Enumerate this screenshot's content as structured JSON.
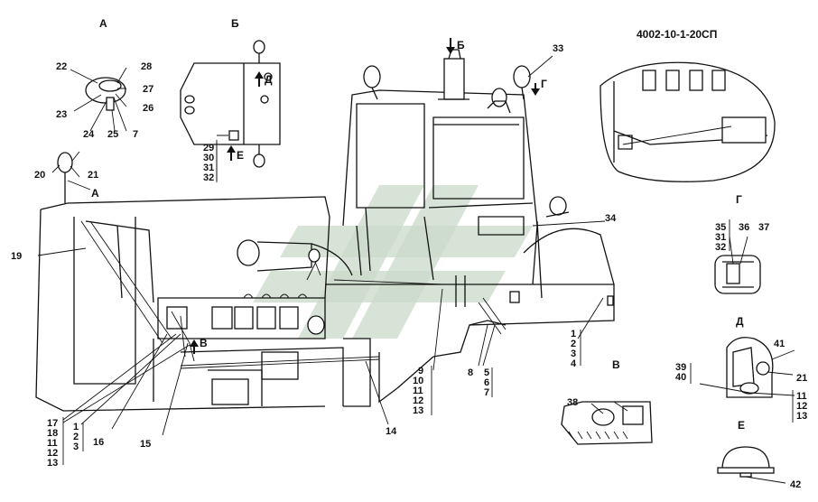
{
  "doc_code": "4002-10-1-20СП",
  "views": {
    "A": "А",
    "B": "Б",
    "V": "В",
    "G": "Г",
    "D": "Д",
    "E": "Е"
  },
  "markers": {
    "arrow_b": "Б",
    "arrow_g": "Г",
    "arrow_a": "А",
    "arrow_v": "В",
    "arrow_d": "Д",
    "arrow_e": "Е"
  },
  "labels": {
    "n1": "1",
    "n2": "2",
    "n3": "3",
    "n4": "4",
    "n5": "5",
    "n6": "6",
    "n7": "7",
    "n8": "8",
    "n9": "9",
    "n10": "10",
    "n11": "11",
    "n12": "12",
    "n13": "13",
    "n14": "14",
    "n15": "15",
    "n16": "16",
    "n17": "17",
    "n18": "18",
    "n19": "19",
    "n20": "20",
    "n21": "21",
    "n22": "22",
    "n23": "23",
    "n24": "24",
    "n25": "25",
    "n26": "26",
    "n27": "27",
    "n28": "28",
    "n29": "29",
    "n30": "30",
    "n31": "31",
    "n32": "32",
    "n33": "33",
    "n34": "34",
    "n35": "35",
    "n36": "36",
    "n37": "37",
    "n38": "38",
    "n39": "39",
    "n40": "40",
    "n41": "41",
    "n42": "42"
  },
  "stacks": {
    "b_left": [
      "29",
      "30",
      "31",
      "32"
    ],
    "cab_right": [
      "1",
      "2",
      "3",
      "4"
    ],
    "mid_right": [
      "5",
      "6",
      "7"
    ],
    "center": [
      "9",
      "10",
      "11",
      "12",
      "13"
    ],
    "left_a": [
      "17",
      "18",
      "11",
      "12",
      "13"
    ],
    "left_b": [
      "1",
      "2",
      "3"
    ],
    "g_view": [
      "35",
      "31",
      "32"
    ],
    "d_left": [
      "39",
      "40"
    ],
    "d_right": [
      "11",
      "12",
      "13"
    ]
  }
}
